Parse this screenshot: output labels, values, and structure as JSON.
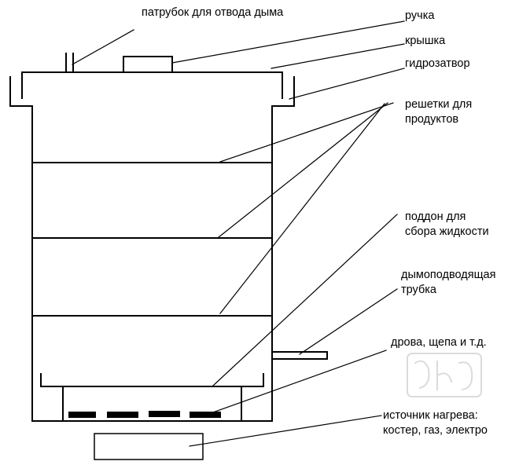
{
  "labels": {
    "smoke_outlet": "патрубок для отвода дыма",
    "handle": "ручка",
    "lid": "крышка",
    "water_seal": "гидрозатвор",
    "grates": [
      "решетки для",
      "продуктов"
    ],
    "drip_tray": [
      "поддон для",
      "сбора жидкости"
    ],
    "smoke_tube": [
      "дымоподводящая",
      "трубка"
    ],
    "fuel": "дрова, щепа и т.д.",
    "heat_source": [
      "источник нагрева:",
      "костер, газ, электро"
    ]
  },
  "colors": {
    "stroke": "#000000",
    "background": "#ffffff",
    "watermark": "#d8d8d8"
  },
  "watermark": {
    "icon": "stamp-watermark-icon"
  }
}
